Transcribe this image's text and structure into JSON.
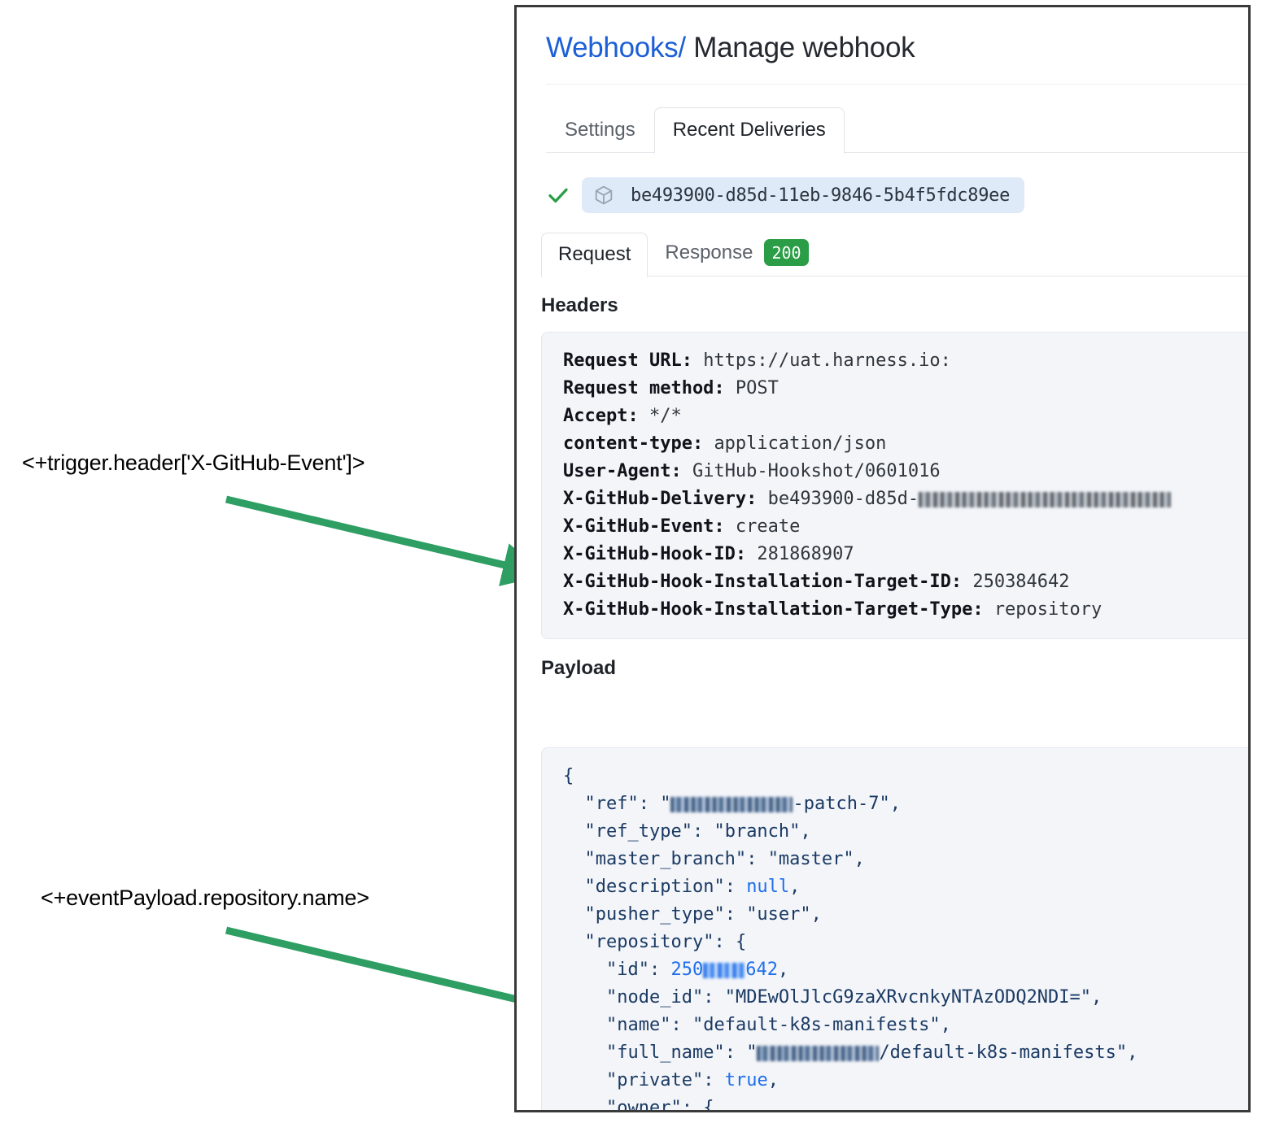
{
  "annotations": [
    {
      "id": "header-event",
      "text": "<+trigger.header['X-GitHub-Event']>",
      "arrow_color": "#2e9e63"
    },
    {
      "id": "payload-repo-name",
      "text": "<+eventPayload.repository.name>",
      "arrow_color": "#2e9e63"
    }
  ],
  "page": {
    "title_link": "Webhooks",
    "title_separator": "/",
    "title_current": "Manage webhook"
  },
  "tabs": [
    {
      "label": "Settings",
      "active": false
    },
    {
      "label": "Recent Deliveries",
      "active": true
    }
  ],
  "delivery": {
    "status_icon": "check-icon",
    "package_icon": "package-icon",
    "id": "be493900-d85d-11eb-9846-5b4f5fdc89ee"
  },
  "request_response_tabs": [
    {
      "label": "Request",
      "active": true,
      "badge": null
    },
    {
      "label": "Response",
      "active": false,
      "badge": "200",
      "badge_color": "#2a9d46"
    }
  ],
  "headers_section": {
    "label": "Headers",
    "rows": [
      {
        "key": "Request URL:",
        "value": "https://uat.harness.io:",
        "redacted": false
      },
      {
        "key": "Request method:",
        "value": "POST",
        "redacted": false
      },
      {
        "key": "Accept:",
        "value": "*/*",
        "redacted": false
      },
      {
        "key": "content-type:",
        "value": "application/json",
        "redacted": false
      },
      {
        "key": "User-Agent:",
        "value": "GitHub-Hookshot/0601016",
        "redacted": false
      },
      {
        "key": "X-GitHub-Delivery:",
        "value": "be493900-d85d-",
        "redacted": true,
        "redacted_width": 310
      },
      {
        "key": "X-GitHub-Event:",
        "value": "create",
        "redacted": false
      },
      {
        "key": "X-GitHub-Hook-ID:",
        "value": "281868907",
        "redacted": false
      },
      {
        "key": "X-GitHub-Hook-Installation-Target-ID:",
        "value": "250384642",
        "redacted": false
      },
      {
        "key": "X-GitHub-Hook-Installation-Target-Type:",
        "value": "repository",
        "redacted": false
      }
    ]
  },
  "payload_section": {
    "label": "Payload",
    "lines": [
      {
        "indent": 0,
        "parts": [
          {
            "t": "punct",
            "v": "{"
          }
        ]
      },
      {
        "indent": 1,
        "parts": [
          {
            "t": "key",
            "v": "\"ref\""
          },
          {
            "t": "punct",
            "v": ": "
          },
          {
            "t": "str",
            "v": "\""
          },
          {
            "t": "redact",
            "v": "",
            "w": 150
          },
          {
            "t": "str",
            "v": "-patch-7\""
          },
          {
            "t": "punct",
            "v": ","
          }
        ]
      },
      {
        "indent": 1,
        "parts": [
          {
            "t": "key",
            "v": "\"ref_type\""
          },
          {
            "t": "punct",
            "v": ": "
          },
          {
            "t": "str",
            "v": "\"branch\""
          },
          {
            "t": "punct",
            "v": ","
          }
        ]
      },
      {
        "indent": 1,
        "parts": [
          {
            "t": "key",
            "v": "\"master_branch\""
          },
          {
            "t": "punct",
            "v": ": "
          },
          {
            "t": "str",
            "v": "\"master\""
          },
          {
            "t": "punct",
            "v": ","
          }
        ]
      },
      {
        "indent": 1,
        "parts": [
          {
            "t": "key",
            "v": "\"description\""
          },
          {
            "t": "punct",
            "v": ": "
          },
          {
            "t": "lit",
            "v": "null"
          },
          {
            "t": "punct",
            "v": ","
          }
        ]
      },
      {
        "indent": 1,
        "parts": [
          {
            "t": "key",
            "v": "\"pusher_type\""
          },
          {
            "t": "punct",
            "v": ": "
          },
          {
            "t": "str",
            "v": "\"user\""
          },
          {
            "t": "punct",
            "v": ","
          }
        ]
      },
      {
        "indent": 1,
        "parts": [
          {
            "t": "key",
            "v": "\"repository\""
          },
          {
            "t": "punct",
            "v": ": {"
          }
        ]
      },
      {
        "indent": 2,
        "parts": [
          {
            "t": "key",
            "v": "\"id\""
          },
          {
            "t": "punct",
            "v": ": "
          },
          {
            "t": "num",
            "v": "250"
          },
          {
            "t": "redactblue",
            "v": "",
            "w": 52
          },
          {
            "t": "num",
            "v": "642"
          },
          {
            "t": "punct",
            "v": ","
          }
        ]
      },
      {
        "indent": 2,
        "parts": [
          {
            "t": "key",
            "v": "\"node_id\""
          },
          {
            "t": "punct",
            "v": ": "
          },
          {
            "t": "str",
            "v": "\"MDEwOlJlcG9zaXRvcnkyNTAzODQ2NDI=\""
          },
          {
            "t": "punct",
            "v": ","
          }
        ]
      },
      {
        "indent": 2,
        "parts": [
          {
            "t": "key",
            "v": "\"name\""
          },
          {
            "t": "punct",
            "v": ": "
          },
          {
            "t": "str",
            "v": "\"default-k8s-manifests\""
          },
          {
            "t": "punct",
            "v": ","
          }
        ]
      },
      {
        "indent": 2,
        "parts": [
          {
            "t": "key",
            "v": "\"full_name\""
          },
          {
            "t": "punct",
            "v": ": "
          },
          {
            "t": "str",
            "v": "\""
          },
          {
            "t": "redact",
            "v": "",
            "w": 150
          },
          {
            "t": "str",
            "v": "/default-k8s-manifests\""
          },
          {
            "t": "punct",
            "v": ","
          }
        ]
      },
      {
        "indent": 2,
        "parts": [
          {
            "t": "key",
            "v": "\"private\""
          },
          {
            "t": "punct",
            "v": ": "
          },
          {
            "t": "lit",
            "v": "true"
          },
          {
            "t": "punct",
            "v": ","
          }
        ]
      },
      {
        "indent": 2,
        "parts": [
          {
            "t": "key",
            "v": "\"owner\""
          },
          {
            "t": "punct",
            "v": ": {"
          }
        ]
      }
    ]
  }
}
